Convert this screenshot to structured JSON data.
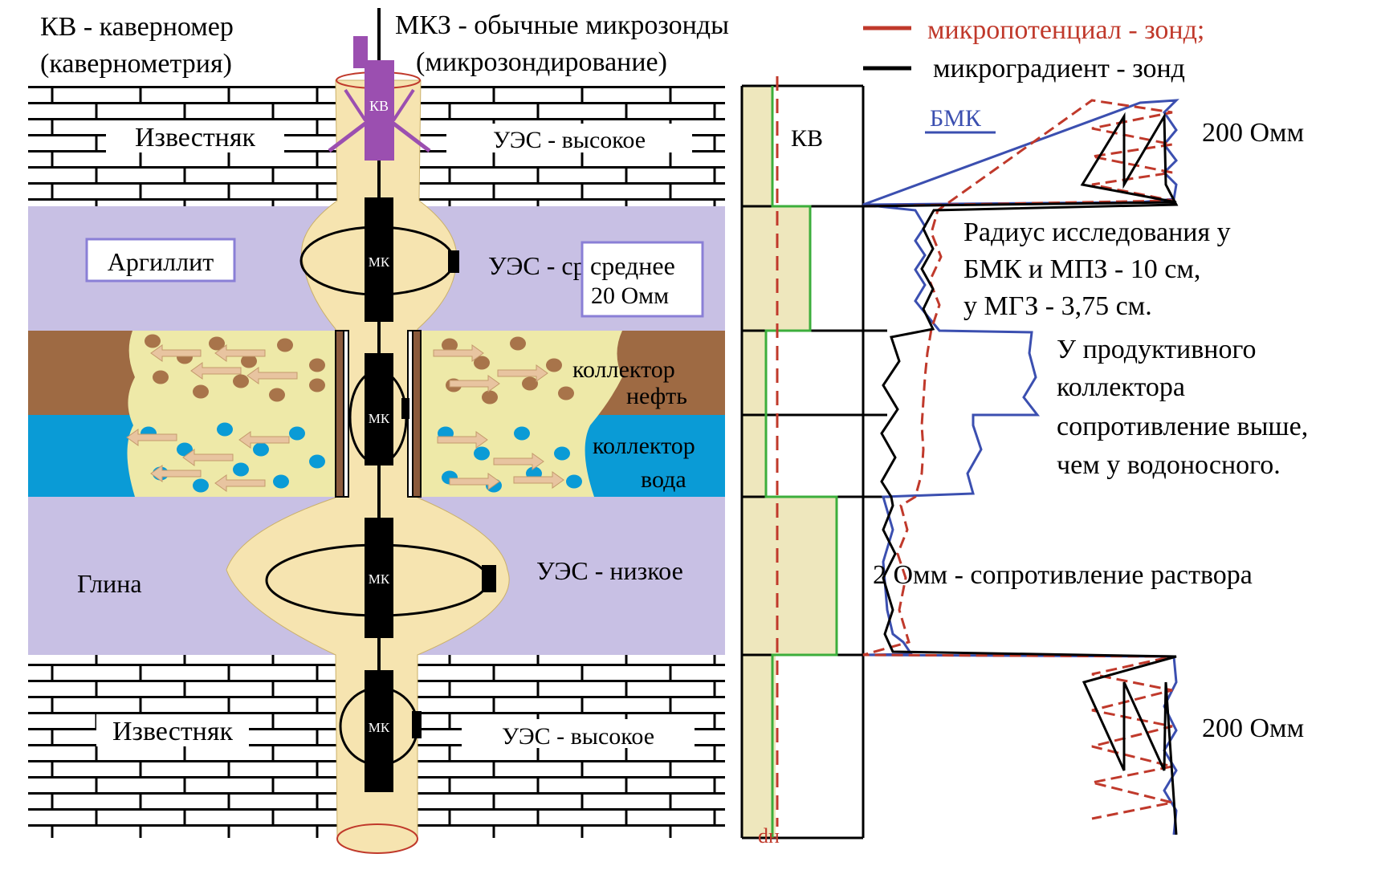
{
  "header": {
    "kv_line1": "КВ - каверномер",
    "kv_line2": "(кавернометрия)",
    "mkz_line1": "МКЗ - обычные микрозонды",
    "mkz_line2": "(микрозондирование)"
  },
  "legend": {
    "mpz": "микропотенциал - зонд;",
    "mgz": "микроградиент - зонд"
  },
  "colors": {
    "limestone": "#ffffff",
    "argillite": "#c8c0e4",
    "clay": "#c8c0e4",
    "oil_zone": "#9e6a43",
    "water_zone": "#0a9bd6",
    "collector_sand": "#eee9a8",
    "borehole": "#f6e4b0",
    "tool": "#000000",
    "caliper_head": "#9b4fb0",
    "mpz_curve": "#c0392b",
    "mgz_curve": "#000000",
    "bmk_curve": "#3b4fb0",
    "caliper_curve": "#3cae3c",
    "nominal_diameter": "#c0392b"
  },
  "layers": {
    "limestone_top": {
      "rock": "Известняк",
      "resistivity": "УЭС - высокое"
    },
    "argillite": {
      "rock": "Аргиллит",
      "resistivity_a": "УЭС - среднее",
      "resistivity_b": "20 Омм"
    },
    "oil": {
      "line1": "коллектор",
      "line2": "нефть"
    },
    "water": {
      "line1": "коллектор",
      "line2": "вода"
    },
    "clay": {
      "rock": "Глина",
      "resistivity": "УЭС - низкое"
    },
    "limestone_bottom": {
      "rock": "Известняк",
      "resistivity": "УЭС - высокое"
    }
  },
  "tools": {
    "caliper": "КВ",
    "micro": "МК"
  },
  "log": {
    "kv_track": "КВ",
    "bmk": "БМК",
    "dn": "dн",
    "top_value": "200 Омм",
    "bottom_value": "200 Омм",
    "radius_1": "Радиус исследования у",
    "radius_2": "БМК и МПЗ - 10 см,",
    "radius_3": "у МГЗ - 3,75 см.",
    "productive_1": "У продуктивного",
    "productive_2": "коллектора",
    "productive_3": "сопротивление выше,",
    "productive_4": "чем у водоносного.",
    "mud": "2 Омм - сопротивление раствора"
  }
}
